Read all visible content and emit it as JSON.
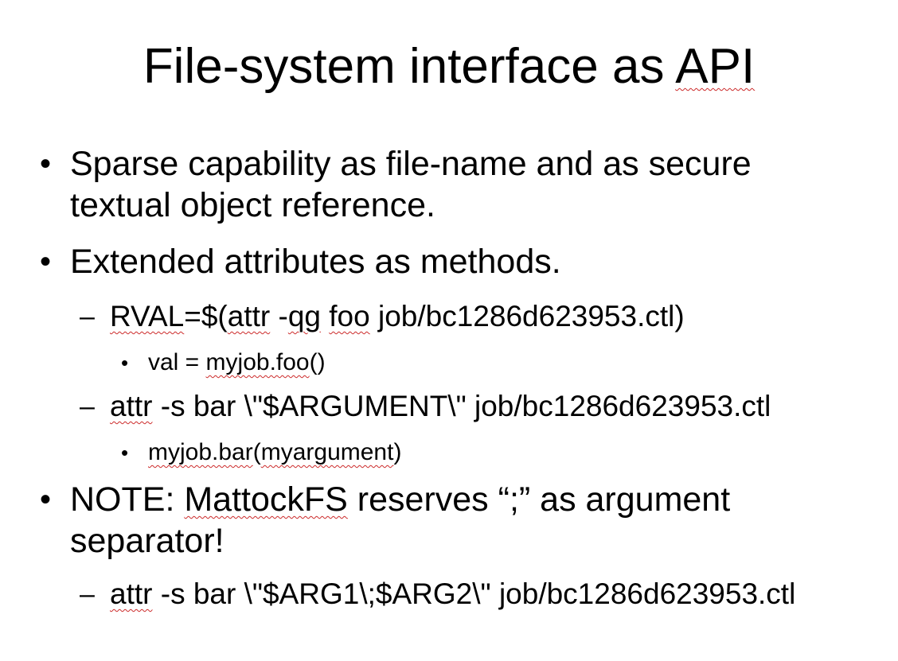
{
  "slide": {
    "title_main": "File-system interface as ",
    "title_api": "API",
    "bullets": {
      "bullet_glyph": "•",
      "dash_glyph": "–",
      "b1_line1": "Sparse capability as file-name and as secure",
      "b1_line2": "textual object reference.",
      "b2": "Extended attributes as methods.",
      "b2_sub1_rval": "RVAL",
      "b2_sub1_mid1": "=$(",
      "b2_sub1_attr": "attr",
      "b2_sub1_sp1": " -",
      "b2_sub1_qg": "qg",
      "b2_sub1_sp2": " ",
      "b2_sub1_foo": "foo",
      "b2_sub1_rest": " job/bc1286d623953.ctl)",
      "b2_sub1_child_pre": "val = ",
      "b2_sub1_child_sq": "myjob.foo",
      "b2_sub1_child_post": "()",
      "b2_sub2_attr": "attr",
      "b2_sub2_rest": " -s bar \\\"$ARGUMENT\\\" job/bc1286d623953.ctl",
      "b2_sub2_child_sq1": "myjob.bar",
      "b2_sub2_child_mid": "(",
      "b2_sub2_child_sq2": "myargument",
      "b2_sub2_child_post": ")",
      "b3_pre": "NOTE: ",
      "b3_sq": "MattockFS",
      "b3_post": " reserves “;” as argument",
      "b3_line2": "separator!",
      "b3_sub1_attr": "attr",
      "b3_sub1_rest": " -s bar \\\"$ARG1\\;$ARG2\\\" job/bc1286d623953.ctl"
    }
  }
}
